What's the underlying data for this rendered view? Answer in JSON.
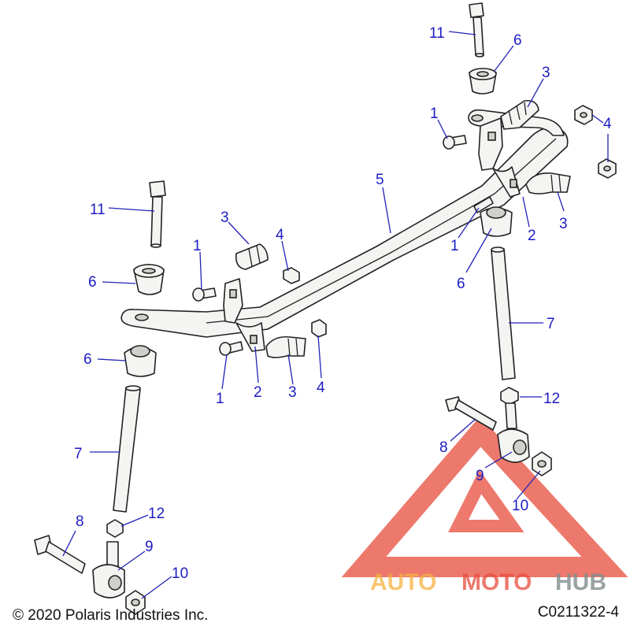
{
  "footer": {
    "copyright": "© 2020 Polaris Industries Inc.",
    "drawing_number": "C0211322-4"
  },
  "watermark": {
    "auto": "AUTO",
    "moto": "MOTO",
    "hub": "HUB",
    "colors": {
      "auto": "#f5b041",
      "moto": "#e74c3c",
      "hub": "#7f8c8d",
      "triangle": "#e74c3c"
    }
  },
  "callouts": [
    {
      "id": "c1",
      "label": "11"
    },
    {
      "id": "c2",
      "label": "6"
    },
    {
      "id": "c3",
      "label": "3"
    },
    {
      "id": "c4",
      "label": "1"
    },
    {
      "id": "c5",
      "label": "4"
    },
    {
      "id": "c6",
      "label": "11"
    },
    {
      "id": "c7",
      "label": "5"
    },
    {
      "id": "c8",
      "label": "3"
    },
    {
      "id": "c9",
      "label": "2"
    },
    {
      "id": "c10",
      "label": "3"
    },
    {
      "id": "c11",
      "label": "1"
    },
    {
      "id": "c12",
      "label": "1"
    },
    {
      "id": "c13",
      "label": "4"
    },
    {
      "id": "c14",
      "label": "6"
    },
    {
      "id": "c15",
      "label": "6"
    },
    {
      "id": "c16",
      "label": "6"
    },
    {
      "id": "c17",
      "label": "1"
    },
    {
      "id": "c18",
      "label": "2"
    },
    {
      "id": "c19",
      "label": "3"
    },
    {
      "id": "c20",
      "label": "4"
    },
    {
      "id": "c21",
      "label": "7"
    },
    {
      "id": "c22",
      "label": "7"
    },
    {
      "id": "c23",
      "label": "12"
    },
    {
      "id": "c24",
      "label": "8"
    },
    {
      "id": "c25",
      "label": "9"
    },
    {
      "id": "c26",
      "label": "10"
    },
    {
      "id": "c27",
      "label": "8"
    },
    {
      "id": "c28",
      "label": "12"
    },
    {
      "id": "c29",
      "label": "9"
    },
    {
      "id": "c30",
      "label": "10"
    }
  ],
  "icons": {
    "watermark_logo": "triangle-logo-icon"
  }
}
